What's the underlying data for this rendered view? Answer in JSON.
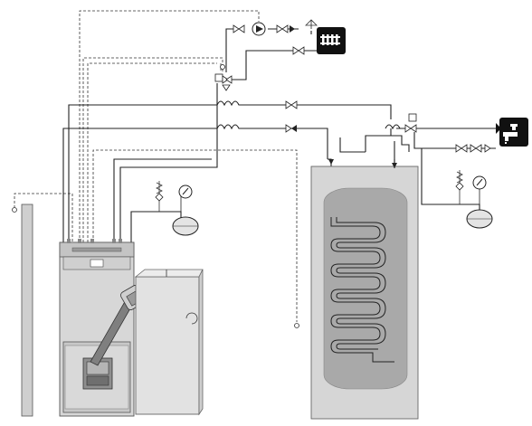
{
  "diagram": {
    "components": [
      {
        "name": "pellet-boiler",
        "label": ""
      },
      {
        "name": "pellet-hopper",
        "label": ""
      },
      {
        "name": "flue-chimney",
        "label": ""
      },
      {
        "name": "hot-water-cylinder",
        "label": ""
      },
      {
        "name": "circulation-pump",
        "label": ""
      },
      {
        "name": "three-way-mixing-valve",
        "label": ""
      },
      {
        "name": "radiator-heating-circuit",
        "icon": "radiator-icon"
      },
      {
        "name": "hot-water-tap-outlet",
        "icon": "tap-icon"
      },
      {
        "name": "expansion-vessel-heating",
        "label": ""
      },
      {
        "name": "expansion-vessel-dhw",
        "label": ""
      },
      {
        "name": "pressure-gauge",
        "label": ""
      },
      {
        "name": "safety-valve",
        "label": ""
      }
    ],
    "colors": {
      "pipe": "#222222",
      "icon_bg": "#111111",
      "tank_fill": "#d4d4d4",
      "tank_water": "#a9a9a9",
      "boiler_fill": "#d7d7d7"
    }
  }
}
